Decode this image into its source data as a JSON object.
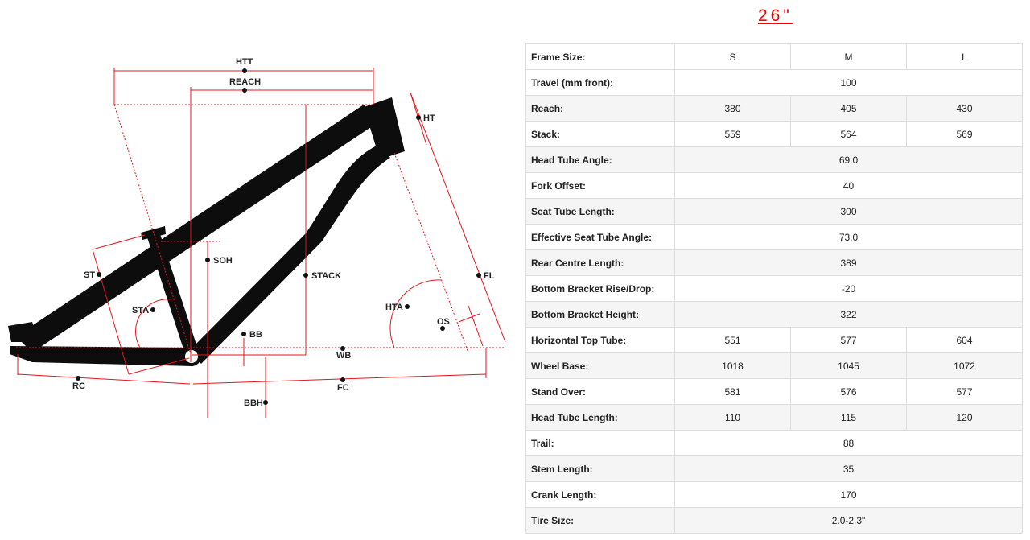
{
  "diagram": {
    "labels": {
      "htt": "HTT",
      "reach": "REACH",
      "ht": "HT",
      "st": "ST",
      "soh": "SOH",
      "stack": "STACK",
      "fl": "FL",
      "sta": "STA",
      "hta": "HTA",
      "os": "OS",
      "bb": "BB",
      "wb": "WB",
      "rc": "RC",
      "fc": "FC",
      "bbh": "BBH"
    },
    "colors": {
      "frame": "#0d0d0d",
      "dimension": "#e8141c"
    }
  },
  "size_title": "26\"",
  "table": {
    "rows": [
      {
        "label": "Frame Size:",
        "values": [
          "S",
          "M",
          "L"
        ]
      },
      {
        "label": "Travel (mm front):",
        "values": [
          "100"
        ]
      },
      {
        "label": "Reach:",
        "values": [
          "380",
          "405",
          "430"
        ]
      },
      {
        "label": "Stack:",
        "values": [
          "559",
          "564",
          "569"
        ]
      },
      {
        "label": "Head Tube Angle:",
        "values": [
          "69.0"
        ]
      },
      {
        "label": "Fork Offset:",
        "values": [
          "40"
        ]
      },
      {
        "label": "Seat Tube Length:",
        "values": [
          "300"
        ]
      },
      {
        "label": "Effective Seat Tube Angle:",
        "values": [
          "73.0"
        ]
      },
      {
        "label": "Rear Centre Length:",
        "values": [
          "389"
        ]
      },
      {
        "label": "Bottom Bracket Rise/Drop:",
        "values": [
          "-20"
        ]
      },
      {
        "label": "Bottom Bracket Height:",
        "values": [
          "322"
        ]
      },
      {
        "label": "Horizontal Top Tube:",
        "values": [
          "551",
          "577",
          "604"
        ]
      },
      {
        "label": "Wheel Base:",
        "values": [
          "1018",
          "1045",
          "1072"
        ]
      },
      {
        "label": "Stand Over:",
        "values": [
          "581",
          "576",
          "577"
        ]
      },
      {
        "label": "Head Tube Length:",
        "values": [
          "110",
          "115",
          "120"
        ]
      },
      {
        "label": "Trail:",
        "values": [
          "88"
        ]
      },
      {
        "label": "Stem Length:",
        "values": [
          "35"
        ]
      },
      {
        "label": "Crank Length:",
        "values": [
          "170"
        ]
      },
      {
        "label": "Tire Size:",
        "values": [
          "2.0-2.3\""
        ]
      }
    ]
  }
}
